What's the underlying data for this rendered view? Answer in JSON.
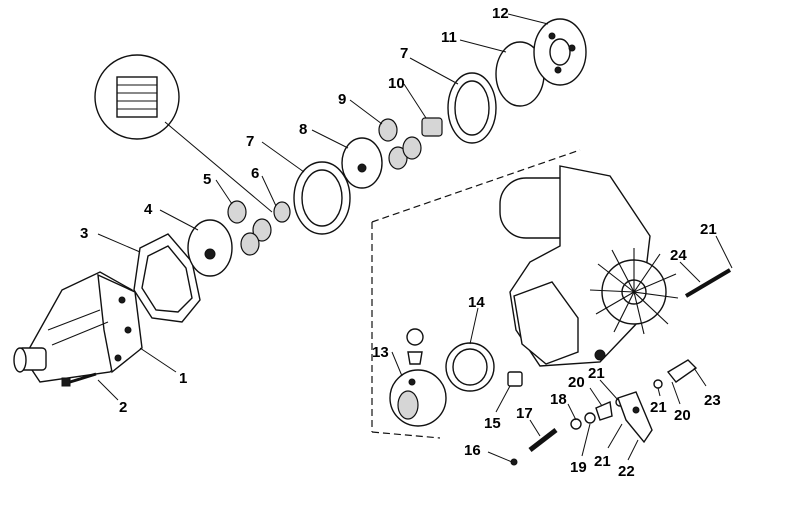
{
  "callouts": [
    {
      "id": "c1",
      "label": "1"
    },
    {
      "id": "c2",
      "label": "2"
    },
    {
      "id": "c3",
      "label": "3"
    },
    {
      "id": "c4",
      "label": "4"
    },
    {
      "id": "c5",
      "label": "5"
    },
    {
      "id": "c6",
      "label": "6"
    },
    {
      "id": "c7a",
      "label": "7"
    },
    {
      "id": "c7b",
      "label": "7"
    },
    {
      "id": "c8",
      "label": "8"
    },
    {
      "id": "c9",
      "label": "9"
    },
    {
      "id": "c10",
      "label": "10"
    },
    {
      "id": "c11",
      "label": "11"
    },
    {
      "id": "c12",
      "label": "12"
    },
    {
      "id": "c13",
      "label": "13"
    },
    {
      "id": "c14",
      "label": "14"
    },
    {
      "id": "c15",
      "label": "15"
    },
    {
      "id": "c16",
      "label": "16"
    },
    {
      "id": "c17",
      "label": "17"
    },
    {
      "id": "c18",
      "label": "18"
    },
    {
      "id": "c19",
      "label": "19"
    },
    {
      "id": "c20a",
      "label": "20"
    },
    {
      "id": "c20b",
      "label": "20"
    },
    {
      "id": "c21a",
      "label": "21"
    },
    {
      "id": "c21b",
      "label": "21"
    },
    {
      "id": "c21c",
      "label": "21"
    },
    {
      "id": "c21d",
      "label": "21"
    },
    {
      "id": "c22",
      "label": "22"
    },
    {
      "id": "c23",
      "label": "23"
    },
    {
      "id": "c24",
      "label": "24"
    }
  ]
}
